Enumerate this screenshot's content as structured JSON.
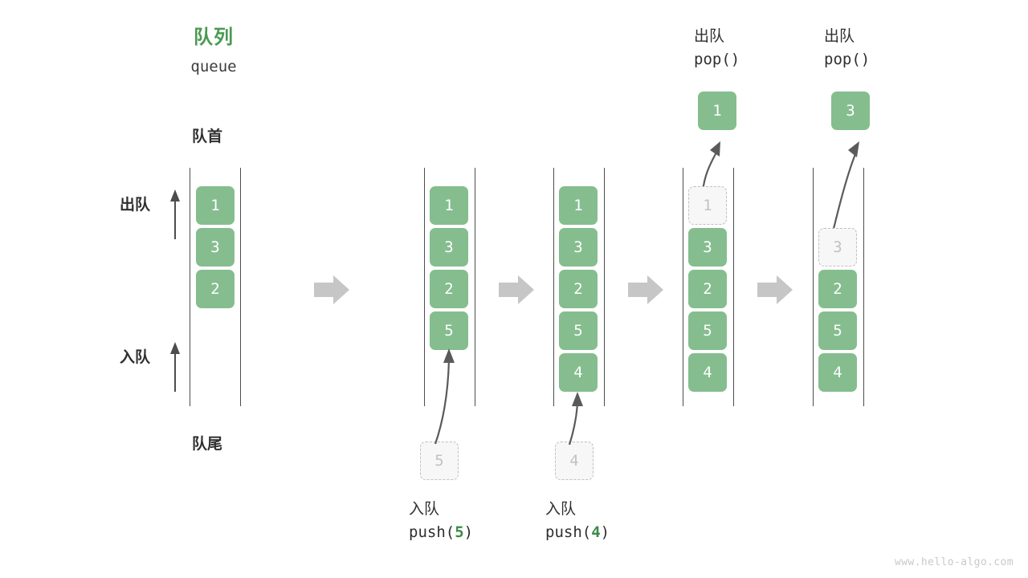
{
  "diagram": {
    "title_cn": "队列",
    "title_en": "queue",
    "front_label": "队首",
    "rear_label": "队尾",
    "dequeue_label": "出队",
    "enqueue_label": "入队",
    "watermark": "www.hello-algo.com",
    "colors": {
      "cell_fill": "#85bd8f",
      "cell_text": "#ffffff",
      "ghost_fill": "#f7f7f7",
      "ghost_border": "#c0c0c0",
      "ghost_text": "#c2c2c2",
      "title_green": "#4a9a52",
      "arg_green": "#3e8a48",
      "step_arrow": "#c6c6c6",
      "rail": "#4d4d4d",
      "text": "#2f2f2f"
    }
  },
  "panels": [
    {
      "id": "initial",
      "cells": [
        "1",
        "3",
        "2"
      ],
      "ghost_index": null,
      "side_labels": {
        "dequeue": "出队",
        "enqueue": "入队"
      },
      "top_label_cn": "队首",
      "bottom_label_cn": "队尾"
    },
    {
      "id": "push-5",
      "cells": [
        "1",
        "3",
        "2",
        "5"
      ],
      "incoming_value": "5",
      "caption_cn": "入队",
      "caption_code_prefix": "push(",
      "caption_code_arg": "5",
      "caption_code_suffix": ")"
    },
    {
      "id": "push-4",
      "cells": [
        "1",
        "3",
        "2",
        "5",
        "4"
      ],
      "incoming_value": "4",
      "caption_cn": "入队",
      "caption_code_prefix": "push(",
      "caption_code_arg": "4",
      "caption_code_suffix": ")"
    },
    {
      "id": "pop-1",
      "cells": [
        "1",
        "3",
        "2",
        "5",
        "4"
      ],
      "ghost_index": 0,
      "popped_value": "1",
      "caption_cn": "出队",
      "caption_code": "pop()"
    },
    {
      "id": "pop-3",
      "cells": [
        "3",
        "2",
        "5",
        "4"
      ],
      "ghost_index": 0,
      "popped_value": "3",
      "caption_cn": "出队",
      "caption_code": "pop()"
    }
  ]
}
